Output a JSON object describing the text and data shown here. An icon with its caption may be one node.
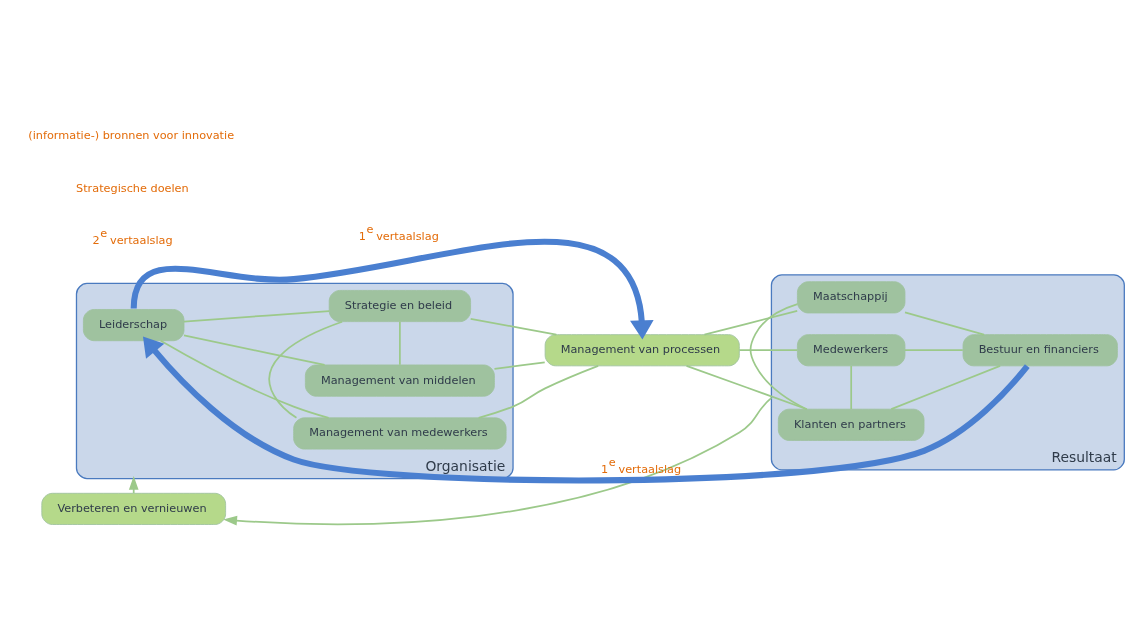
{
  "diagram": {
    "nodes": [
      {
        "text": [
          "Organisatie"
        ]
      },
      {
        "text": [
          "Leiderschap"
        ],
        "in": 0
      },
      {
        "text": [
          "Management van medewerkers"
        ],
        "in": 0
      },
      {
        "text": [
          "Strategie en beleid"
        ],
        "in": 0
      },
      {
        "text": [
          "Management van middelen"
        ],
        "in": 0
      },
      {
        "text": [
          "Management van processen"
        ]
      },
      {
        "text": [
          "Resultaat"
        ]
      },
      {
        "text": [
          "Medewerkers"
        ],
        "in": 6
      },
      {
        "text": [
          "Klanten en partners"
        ],
        "in": 6
      },
      {
        "text": [
          "Maatschappij"
        ],
        "in": 6
      },
      {
        "text": [
          "Bestuur en financiers"
        ],
        "in": 6
      },
      {
        "text": [
          "Verbeteren en vernieuwen"
        ]
      }
    ],
    "edges": [
      {
        "from": 1,
        "to": 2,
        "arrow": "none"
      },
      {
        "from": 1,
        "to": 3,
        "arrow": "none"
      },
      {
        "from": 1,
        "to": 4,
        "arrow": "none"
      },
      {
        "from": 2,
        "to": 3,
        "arrow": "none"
      },
      {
        "from": 3,
        "to": 4,
        "arrow": "none"
      },
      {
        "from": 2,
        "to": 5,
        "arrow": "none"
      },
      {
        "from": 3,
        "to": 5,
        "arrow": "none"
      },
      {
        "from": 4,
        "to": 5,
        "arrow": "none"
      },
      {
        "from": 5,
        "to": 7,
        "arrow": "none"
      },
      {
        "from": 5,
        "to": 8,
        "arrow": "none"
      },
      {
        "from": 5,
        "to": 9,
        "arrow": "none"
      },
      {
        "from": 7,
        "to": 8,
        "arrow": "none"
      },
      {
        "from": 8,
        "to": 9,
        "arrow": "none"
      },
      {
        "from": 7,
        "to": 10,
        "arrow": "none"
      },
      {
        "from": 8,
        "to": 10,
        "arrow": "none"
      },
      {
        "from": 9,
        "to": 10,
        "arrow": "none"
      },
      {
        "from": 6,
        "to": 11,
        "arrow": "to"
      },
      {
        "from": 11,
        "to": 0,
        "arrow": "to"
      },
      {
        "from": 1,
        "to": 5,
        "arrow": "to",
        "label": "1$^{e}$ vertaalslag",
        "style": "thick",
        "color": "#4a7fd0"
      },
      {
        "from": 10,
        "to": 1,
        "arrow": "to",
        "label": "1$^{e}$ vertaalslag",
        "style": "thick",
        "color": "#4a7fd0"
      }
    ],
    "labels": [
      "2$^{e}$ vertaalslag",
      "Strategische doelen",
      "(informatie-) bronnen voor innovatie"
    ]
  }
}
